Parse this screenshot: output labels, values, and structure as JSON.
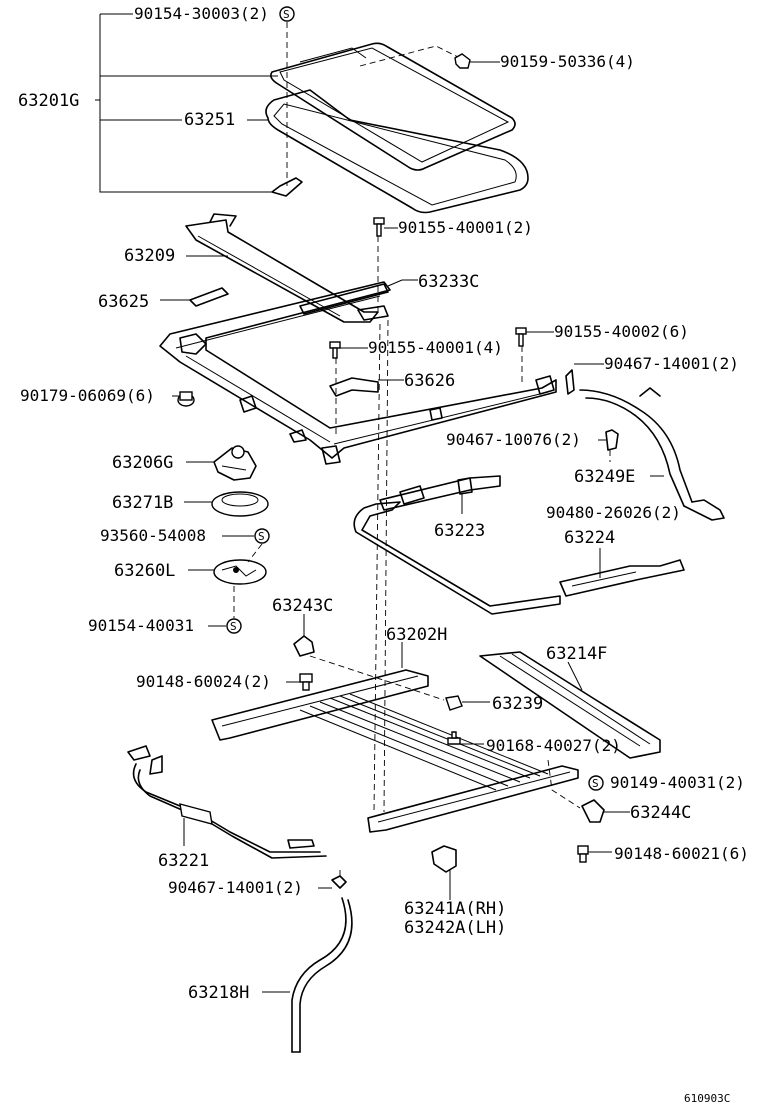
{
  "diagram": {
    "figure_ref": "610903C",
    "parts": {
      "p90154_30003": "90154-30003(2)",
      "p90159_50336": "90159-50336(4)",
      "p63201G": "63201G",
      "p63251": "63251",
      "p90155_40001_top": "90155-40001(2)",
      "p63209": "63209",
      "p63233C": "63233C",
      "p63625": "63625",
      "p90155_40002": "90155-40002(6)",
      "p90155_40001_mid": "90155-40001(4)",
      "p90467_14001_top": "90467-14001(2)",
      "p63626": "63626",
      "p90179_06069": "90179-06069(6)",
      "p90467_10076": "90467-10076(2)",
      "p63206G": "63206G",
      "p63249E": "63249E",
      "p63271B": "63271B",
      "p90480_26026": "90480-26026(2)",
      "p63223": "63223",
      "p93560_54008": "93560-54008",
      "p63224": "63224",
      "p63260L": "63260L",
      "p63243C": "63243C",
      "p90154_40031": "90154-40031",
      "p63202H": "63202H",
      "p63214F": "63214F",
      "p90148_60024": "90148-60024(2)",
      "p63239": "63239",
      "p90168_40027": "90168-40027(2)",
      "p90149_40031": "90149-40031(2)",
      "p63244C": "63244C",
      "p63221": "63221",
      "p90148_60021": "90148-60021(6)",
      "p90467_14001_bot": "90467-14001(2)",
      "p63241A": "63241A(RH)",
      "p63242A": "63242A(LH)",
      "p63218H": "63218H"
    },
    "symbols": {
      "s_mark": "S"
    }
  }
}
